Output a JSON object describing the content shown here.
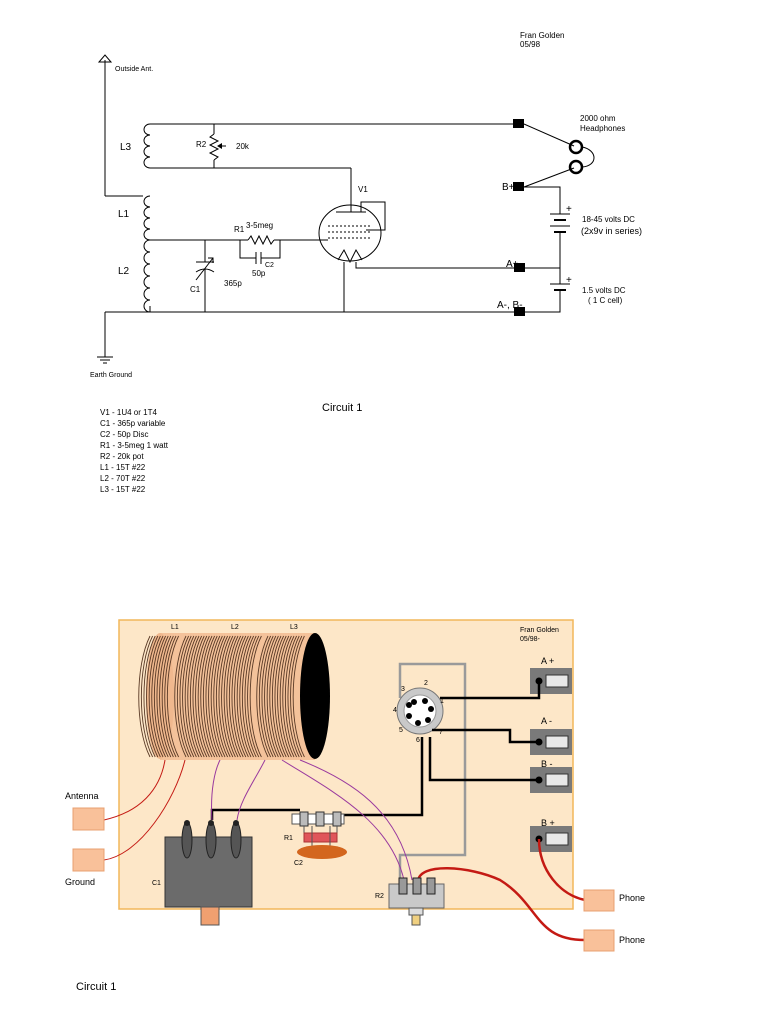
{
  "schematic": {
    "author": "Fran Golden",
    "date": "05/98",
    "outside_ant": "Outside Ant.",
    "earth_ground": "Earth Ground",
    "l1": "L1",
    "l2": "L2",
    "l3": "L3",
    "r2": "R2",
    "r2_value": "20k",
    "r1": "R1",
    "r1_value": "3-5meg",
    "c2": "C2",
    "c2_value": "50p",
    "c1": "C1",
    "c1_value": "365p",
    "v1": "V1",
    "headphones": [
      "2000 ohm",
      "Headphones"
    ],
    "b_plus": "B+",
    "a_plus": "A+",
    "a_b_minus": "A-, B-",
    "battery_b": [
      "18-45 volts DC",
      "(2x9v in series)"
    ],
    "battery_a": [
      "1.5 volts DC",
      "( 1 C cell)"
    ],
    "plus_sign": "+",
    "caption": "Circuit 1"
  },
  "parts_list": [
    "V1  - 1U4 or 1T4",
    "C1 - 365p variable",
    "C2 - 50p Disc",
    "R1 - 3-5meg 1 watt",
    "R2 - 20k pot",
    "L1 - 15T #22",
    "L2 - 70T #22",
    "L3 - 15T #22"
  ],
  "layout": {
    "author": "Fran Golden",
    "date": "05/98-",
    "l1": "L1",
    "l2": "L2",
    "l3": "L3",
    "pins": [
      "1",
      "2",
      "3",
      "4",
      "5",
      "6",
      "7"
    ],
    "terminals": [
      "A +",
      "A -",
      "B -",
      "B +"
    ],
    "antenna": "Antenna",
    "ground": "Ground",
    "c1": "C1",
    "r1": "R1",
    "c2": "C2",
    "r2": "R2",
    "phone1": "Phone",
    "phone2": "Phone",
    "caption": "Circuit 1"
  },
  "colors": {
    "board": "#fde7c8",
    "board_border": "#f2b75a",
    "pad": "#f9c19a",
    "wire_red": "#c41a14",
    "wire_purple": "#9a3a9e",
    "wire_gray": "#9a9a9a",
    "terminal": "#7a7a7a",
    "resistor": "#e0555a",
    "cap": "#d3661e"
  }
}
